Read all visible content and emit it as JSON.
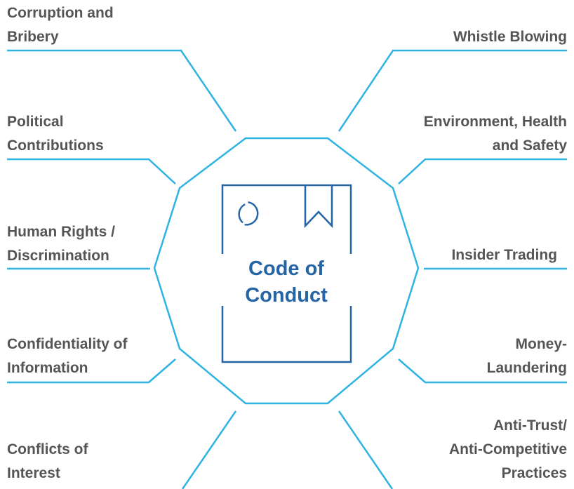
{
  "center": {
    "line1": "Code of",
    "line2": "Conduct"
  },
  "topics": {
    "corruption": [
      "Corruption and",
      "Bribery"
    ],
    "whistle": [
      "Whistle Blowing"
    ],
    "political": [
      "Political",
      "Contributions"
    ],
    "environment": [
      "Environment, Health",
      "and Safety"
    ],
    "human_rights": [
      "Human Rights /",
      "Discrimination"
    ],
    "insider": [
      "Insider Trading"
    ],
    "confidentiality": [
      "Confidentiality of",
      "Information"
    ],
    "money": [
      "Money-",
      "Laundering"
    ],
    "conflicts": [
      "Conflicts of",
      "Interest"
    ],
    "antitrust": [
      "Anti-Trust/",
      "Anti-Competitive",
      "Practices"
    ]
  },
  "colors": {
    "line": "#2eb3e3",
    "book": "#2565a5",
    "text": "#555555",
    "title": "#2565a5"
  },
  "icons": {
    "book": "book-icon",
    "bookmark": "bookmark-icon",
    "ring": "circle-icon"
  }
}
